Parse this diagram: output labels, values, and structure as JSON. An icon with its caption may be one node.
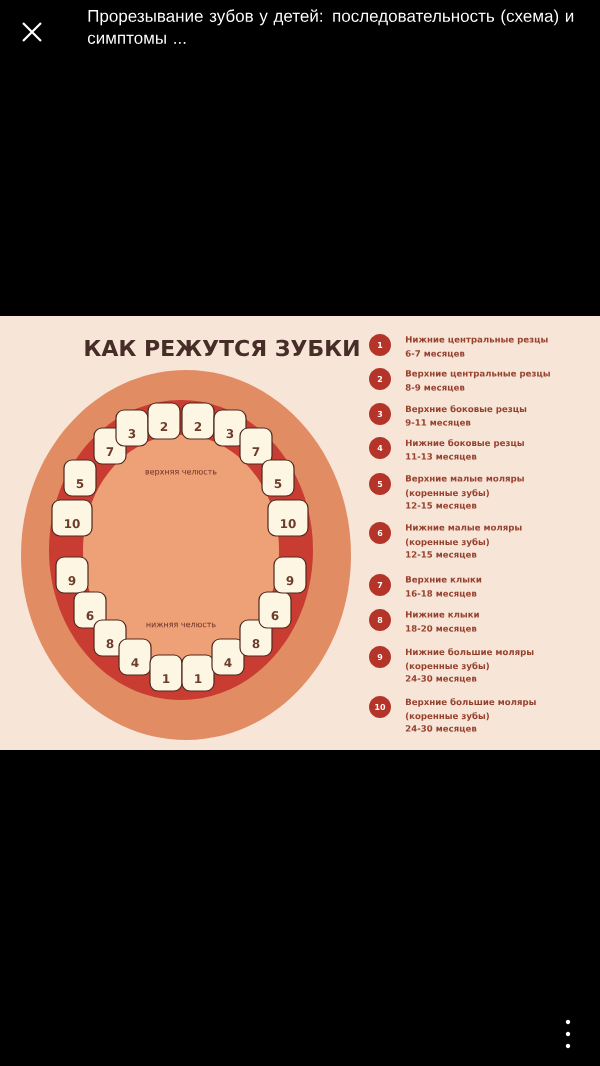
{
  "diagram": {
    "title": "КАК РЕЖУТСЯ ЗУБКИ",
    "nodes": [
      {
        "text": [
          "10"
        ]
      },
      {
        "text": [
          "5"
        ]
      },
      {
        "text": [
          "7"
        ]
      },
      {
        "text": [
          "3"
        ]
      },
      {
        "text": [
          "2"
        ]
      },
      {
        "text": [
          "2"
        ]
      },
      {
        "text": [
          "3"
        ]
      },
      {
        "text": [
          "7"
        ]
      },
      {
        "text": [
          "5"
        ]
      },
      {
        "text": [
          "10"
        ]
      },
      {
        "text": [
          "9"
        ]
      },
      {
        "text": [
          "6"
        ]
      },
      {
        "text": [
          "8"
        ]
      },
      {
        "text": [
          "4"
        ]
      },
      {
        "text": [
          "1"
        ]
      },
      {
        "text": [
          "1"
        ]
      },
      {
        "text": [
          "4"
        ]
      },
      {
        "text": [
          "8"
        ]
      },
      {
        "text": [
          "6"
        ]
      },
      {
        "text": [
          "9"
        ]
      },
      {
        "text": [
          "1"
        ],
        "beside": [
          "Нижние центральные резцы",
          "6-7 месяцев"
        ]
      },
      {
        "text": [
          "2"
        ],
        "beside": [
          "Верхние центральные резцы",
          "8-9 месяцев"
        ]
      },
      {
        "text": [
          "3"
        ],
        "beside": [
          "Верхние боковые резцы",
          "9-11 месяцев"
        ]
      },
      {
        "text": [
          "4"
        ],
        "beside": [
          "Нижние боковые резцы",
          "11-13 месяцев"
        ]
      },
      {
        "text": [
          "5"
        ],
        "beside": [
          "Верхние малые моляры",
          "(коренные зубы)",
          "12-15 месяцев"
        ]
      },
      {
        "text": [
          "6"
        ],
        "beside": [
          "Нижние малые моляры",
          "(коренные зубы)",
          "12-15 месяцев"
        ]
      },
      {
        "text": [
          "7"
        ],
        "beside": [
          "Верхние клыки",
          "16-18 месяцев"
        ]
      },
      {
        "text": [
          "8"
        ],
        "beside": [
          "Нижние клыки",
          "18-20 месяцев"
        ]
      },
      {
        "text": [
          "9"
        ],
        "beside": [
          "Нижние большие моляры",
          "(коренные зубы)",
          "24-30 месяцев"
        ]
      },
      {
        "text": [
          "10"
        ],
        "beside": [
          "Верхние большие моляры",
          "(коренные зубы)",
          "24-30 месяцев"
        ]
      }
    ],
    "labels": [
      "Прорезывание зубов у детей: последовательность (схема) и симптомы ...",
      "верхняя челюсть",
      "нижняя челюсть"
    ]
  }
}
